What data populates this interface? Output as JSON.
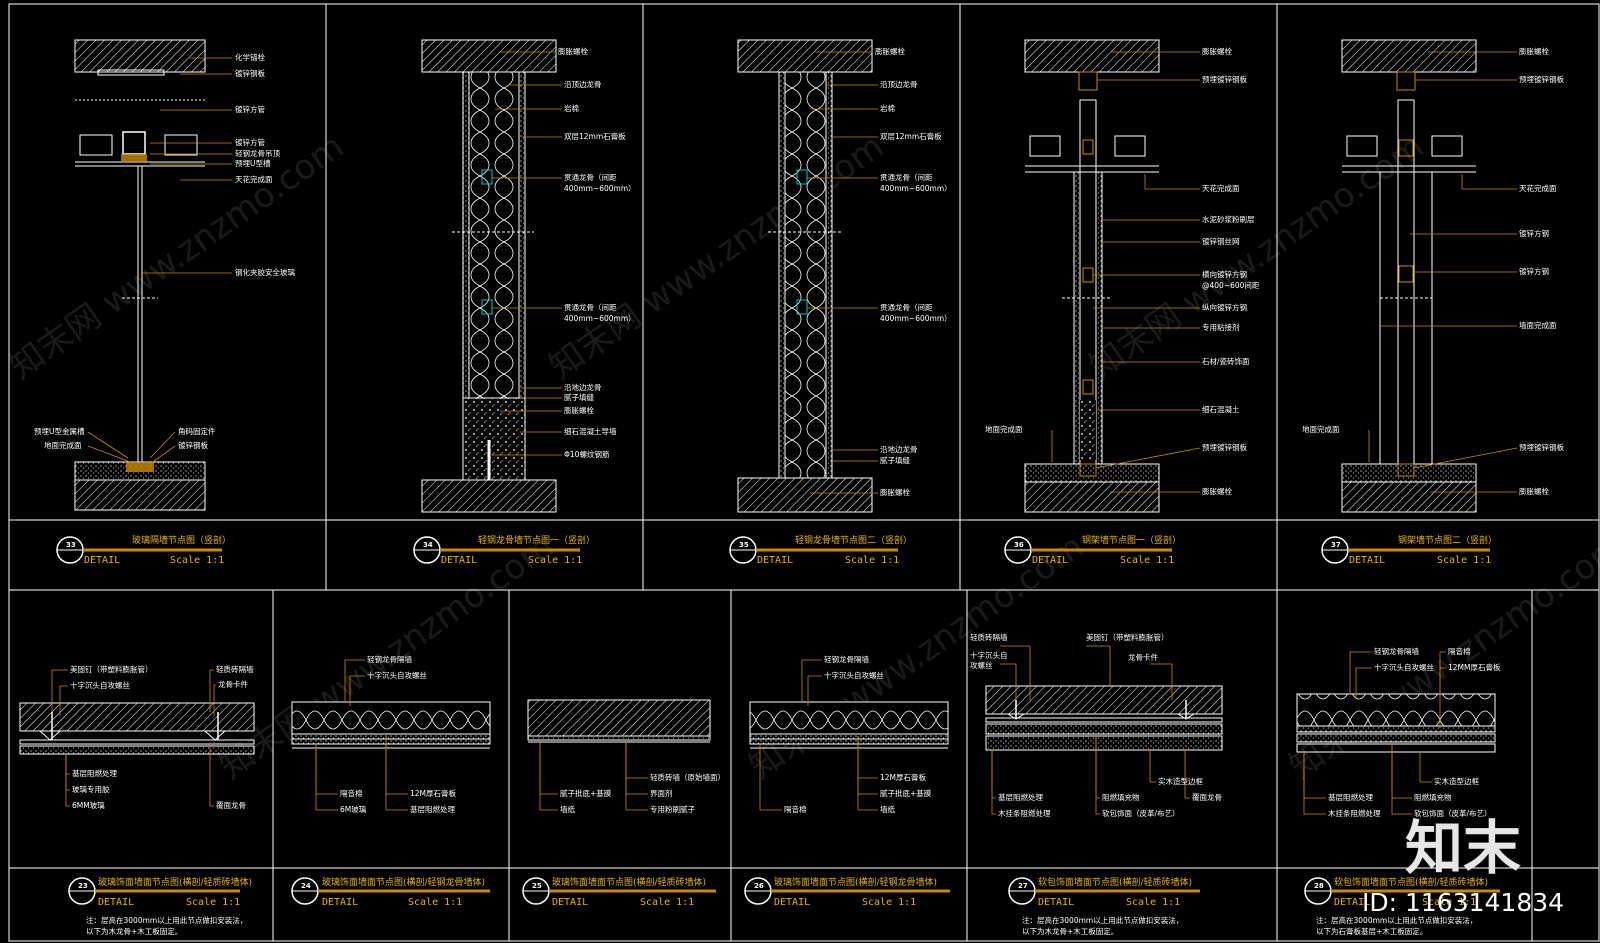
{
  "colors": {
    "background": "#000000",
    "lines": "#ffffff",
    "accent": "#e8b400",
    "leader": "#c98a00",
    "insul": "#00c8c8"
  },
  "details_top": [
    {
      "num": "33",
      "title": "玻璃隔墙节点图（竖剖）",
      "detail": "DETAIL",
      "scale": "Scale 1:1",
      "labels_right": [
        "化学锚栓",
        "镀锌钢板",
        "镀锌方管",
        "镀锌方管",
        "轻钢龙骨吊顶",
        "预埋U型槽",
        "天花完成面",
        "钢化夹胶安全玻璃"
      ],
      "labels_left": [
        "预埋U型金属槽",
        "地面完成面"
      ],
      "labels_right_bottom": [
        "角码固定件",
        "镀锌钢板"
      ]
    },
    {
      "num": "34",
      "title": "轻钢龙骨墙节点图一（竖剖）",
      "detail": "DETAIL",
      "scale": "Scale 1:1",
      "labels_right": [
        "膨胀螺栓",
        "沿顶边龙骨",
        "岩棉",
        "双层12mm石膏板",
        "贯通龙骨（间距",
        "400mm~600mm）",
        "贯通龙骨（间距",
        "400mm~600mm）",
        "沿地边龙骨",
        "腻子填缝",
        "膨胀螺栓",
        "细石混凝土导墙",
        "Φ10螺纹钢筋"
      ]
    },
    {
      "num": "35",
      "title": "轻钢龙骨墙节点图二（竖剖）",
      "detail": "DETAIL",
      "scale": "Scale 1:1",
      "labels_right": [
        "膨胀螺栓",
        "沿顶边龙骨",
        "岩棉",
        "双层12mm石膏板",
        "贯通龙骨（间距",
        "400mm~600mm）",
        "贯通龙骨（间距",
        "400mm~600mm）",
        "沿地边龙骨",
        "腻子填缝",
        "膨胀螺栓"
      ]
    },
    {
      "num": "36",
      "title": "钢架墙节点图一（竖剖）",
      "detail": "DETAIL",
      "scale": "Scale 1:1",
      "labels_right": [
        "膨胀螺栓",
        "预埋镀锌钢板",
        "天花完成面",
        "水泥砂浆粉刷层",
        "镀锌钢丝网",
        "横向镀锌方钢",
        "@400~600间距",
        "纵向镀锌方钢",
        "专用粘接剂",
        "石材/瓷砖饰面",
        "细石混凝土",
        "预埋镀锌钢板",
        "膨胀螺栓"
      ],
      "labels_left": [
        "地面完成面"
      ]
    },
    {
      "num": "37",
      "title": "钢架墙节点图二（竖剖）",
      "detail": "DETAIL",
      "scale": "Scale 1:1",
      "labels_right": [
        "膨胀螺栓",
        "预埋镀锌钢板",
        "天花完成面",
        "镀锌方钢",
        "镀锌方钢",
        "墙面完成面",
        "预埋镀锌钢板",
        "膨胀螺栓"
      ],
      "labels_left": [
        "地面完成面"
      ]
    }
  ],
  "details_bottom": [
    {
      "num": "23",
      "title": "玻璃饰面墙面节点图(横剖/轻质砖墙体)",
      "detail": "DETAIL",
      "scale": "Scale 1:1",
      "labels_top_left": [
        "美固钉（带塑料膨胀管）",
        "十字沉头自攻螺丝"
      ],
      "labels_top_right": [
        "轻质砖隔墙",
        "龙骨卡件"
      ],
      "labels_bottom_left": [
        "基层阻燃处理",
        "玻璃专用胶",
        "6MM玻璃"
      ],
      "labels_bottom_right": [
        "覆面龙骨"
      ],
      "note": [
        "注：层高在3000mm以上用此节点做扣安装法，",
        "以下为木龙骨+木工板固定。"
      ]
    },
    {
      "num": "24",
      "title": "玻璃饰面墙面节点图(横剖/轻钢龙骨墙体)",
      "detail": "DETAIL",
      "scale": "Scale 1:1",
      "labels_top_right": [
        "轻钢龙骨隔墙",
        "十字沉头自攻螺丝"
      ],
      "labels_bottom_left": [
        "隔音棉",
        "6M玻璃"
      ],
      "labels_bottom_right": [
        "12M厚石膏板",
        "基层阻燃处理"
      ]
    },
    {
      "num": "25",
      "title": "玻璃饰面墙面节点图(横剖/轻质砖墙体)",
      "detail": "DETAIL",
      "scale": "Scale 1:1",
      "labels_bottom_left": [
        "腻子批底+基膜",
        "墙纸"
      ],
      "labels_bottom_right": [
        "轻质砖墙（原始墙面）",
        "界面剂",
        "专用粉刷腻子"
      ]
    },
    {
      "num": "26",
      "title": "玻璃饰面墙面节点图(横剖/轻钢龙骨墙体)",
      "detail": "DETAIL",
      "scale": "Scale 1:1",
      "labels_top_right": [
        "轻钢龙骨隔墙",
        "十字沉头自攻螺丝"
      ],
      "labels_bottom_left": [
        "隔音棉"
      ],
      "labels_bottom_right": [
        "12M厚石膏板",
        "腻子批底+基膜",
        "墙纸"
      ]
    },
    {
      "num": "27",
      "title": "软包饰面墙面节点图(横剖/轻质砖墙体)",
      "detail": "DETAIL",
      "scale": "Scale 1:1",
      "labels_top_left": [
        "轻质砖隔墙",
        "十字沉头自",
        "攻螺丝"
      ],
      "labels_top_right": [
        "美固钉（带塑料膨胀管）",
        "龙骨卡件"
      ],
      "labels_bottom_left": [
        "基层阻燃处理",
        "木挂条阻燃处理"
      ],
      "labels_bottom_mid": [
        "阻燃填充物",
        "软包饰面（皮革/布艺）"
      ],
      "labels_bottom_right": [
        "实木造型边框",
        "覆面龙骨"
      ],
      "note": [
        "注：层高在3000mm以上用此节点做扣安装法，",
        "以下为木龙骨+木工板固定。"
      ]
    },
    {
      "num": "28",
      "title": "软包饰面墙面节点图(横剖/轻质砖墙体)",
      "detail": "DETAIL",
      "scale": "Scale 1:1",
      "labels_top_left": [
        "轻钢龙骨隔墙",
        "十字沉头自攻螺丝"
      ],
      "labels_top_right": [
        "隔音棉",
        "12MM厚石膏板"
      ],
      "labels_bottom_left": [
        "基层阻燃处理",
        "木挂条阻燃处理"
      ],
      "labels_bottom_mid": [
        "阻燃填充物",
        "软包饰面（皮革/布艺）"
      ],
      "labels_bottom_right": [
        "实木造型边框"
      ],
      "note": [
        "注：层高在3000mm以上用此节点做扣安装法，",
        "以下为石膏板基层+木工板固定。"
      ]
    }
  ],
  "watermark": "知末网 www.znzmo.com",
  "brand": "知末",
  "image_id": "ID: 1163141834"
}
